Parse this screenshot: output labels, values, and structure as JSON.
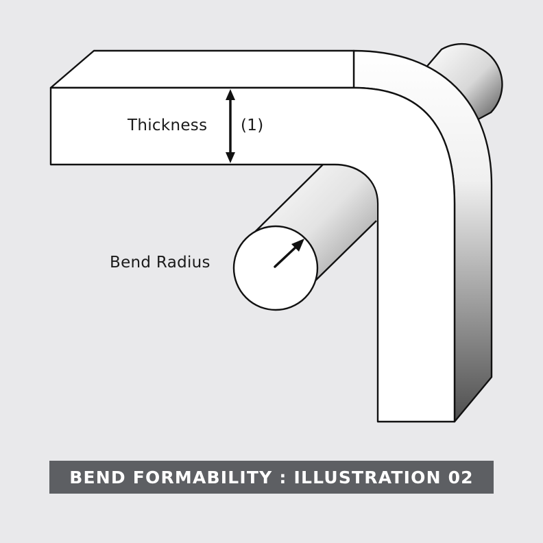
{
  "labels": {
    "thickness": "Thickness",
    "thickness_note": "(1)",
    "bend_radius": "Bend Radius"
  },
  "banner": {
    "text": "BEND FORMABILITY : ILLUSTRATION 02"
  },
  "colors": {
    "background": "#e9e9eb",
    "outline": "#111111",
    "face": "#ffffff",
    "shade_dark": "#5a5a5a",
    "banner_bg": "#5d5f63",
    "banner_text": "#ffffff"
  }
}
